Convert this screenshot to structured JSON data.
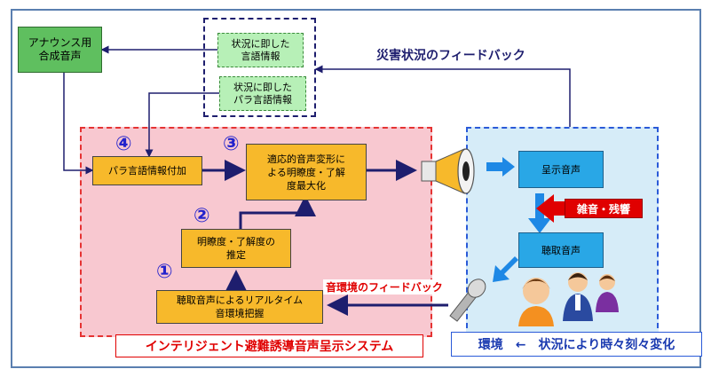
{
  "announcement_voice": "アナウンス用\n合成音声",
  "language_info": "状況に即した\n言語情報",
  "para_language_info": "状況に即した\nパラ言語情報",
  "disaster_feedback": "災害状況のフィードバック",
  "step1_label": "①",
  "step2_label": "②",
  "step3_label": "③",
  "step4_label": "④",
  "para_info_addition": "パラ言語情報付加",
  "adaptive_transform": "適応的音声変形に\nよる明瞭度・了解\n度最大化",
  "clarity_estimation": "明瞭度・了解度の\n推定",
  "realtime_grasp": "聴取音声によるリアルタイム\n音環境把握",
  "presented_voice": "呈示音声",
  "noise_reverb": "雑音・残響",
  "heard_voice": "聴取音声",
  "sound_env_feedback": "音環境のフィードバック",
  "system_title": "インテリジェント避難誘導音声呈示システム",
  "environment_caption": "環境　←　状況により時々刻々変化",
  "colors": {
    "green": "#5fbf5f",
    "light_green": "#b7f0b7",
    "orange": "#f7b92b",
    "blue_box": "#29a7e6",
    "system_bg": "#f8c8d0",
    "env_bg": "#d6ecf8",
    "arrow_navy": "#1e1e6e",
    "arrow_blue": "#1e88e5",
    "red": "#e00000"
  }
}
